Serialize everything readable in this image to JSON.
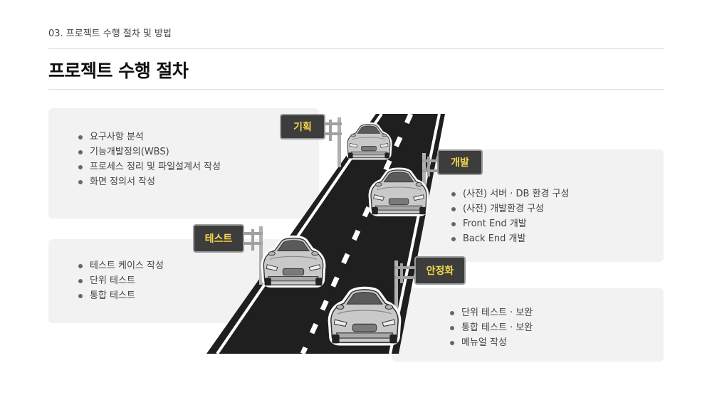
{
  "breadcrumb": "03. 프로젝트 수행 절차 및 방법",
  "title": "프로젝트 수행 절차",
  "stages": {
    "plan": {
      "label": "기획",
      "items": [
        "요구사항 분석",
        "기능개발정의(WBS)",
        "프로세스 정리 및 파일설계서 작성",
        "화면 정의서 작성"
      ]
    },
    "dev": {
      "label": "개발",
      "items": [
        "(사전) 서버 · DB 환경 구성",
        "(사전) 개발환경 구성",
        "Front End 개발",
        "Back End 개발"
      ]
    },
    "test": {
      "label": "테스트",
      "items": [
        "테스트 케이스 작성",
        "단위 테스트",
        "통합 테스트"
      ]
    },
    "stable": {
      "label": "안정화",
      "items": [
        "단위 테스트 · 보완",
        "통합 테스트  · 보완",
        "메뉴얼 작성"
      ]
    }
  },
  "colors": {
    "road": "#1f1f1f",
    "sign_bg": "#3d3d3d",
    "sign_text": "#f3d64b",
    "box_bg": "#f2f2f2"
  }
}
